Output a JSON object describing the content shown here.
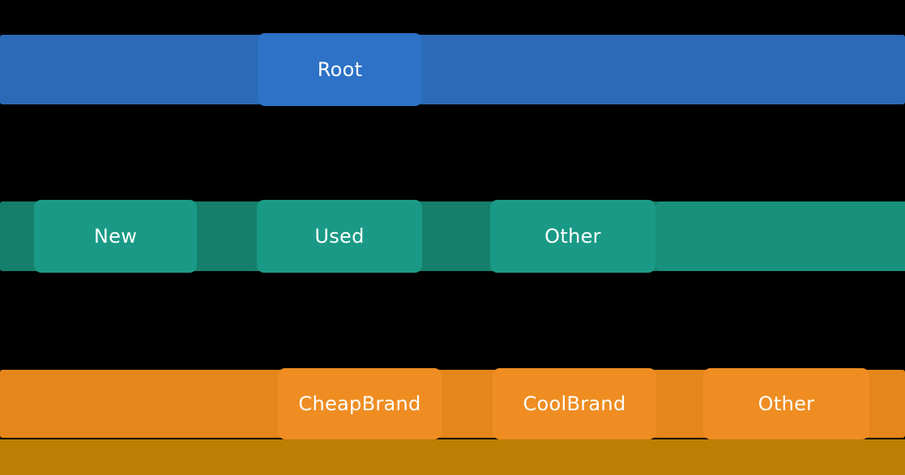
{
  "chart_data": {
    "type": "icicle",
    "orientation": "top-down",
    "title": "",
    "background_color": "#000000",
    "text_color": "#ffffff",
    "legend": "none",
    "axes": "none",
    "levels": [
      {
        "name": "root-level",
        "band_color": "#2a6ab6",
        "node_color": "#2d72c6",
        "nodes": [
          {
            "label": "Root"
          }
        ]
      },
      {
        "name": "condition-level",
        "band_color": "#157f6b",
        "node_color": "#1a9a86",
        "right_segment_color": "#17907c",
        "nodes": [
          {
            "label": "New"
          },
          {
            "label": "Used"
          },
          {
            "label": "Other"
          }
        ]
      },
      {
        "name": "brand-level",
        "band_color": "#e5861a",
        "node_color": "#ef8d22",
        "nodes": [
          {
            "label": "CheapBrand"
          },
          {
            "label": "CoolBrand"
          },
          {
            "label": "Other"
          }
        ]
      },
      {
        "name": "clipped-bottom-level",
        "band_color": "#bd7e03",
        "nodes": []
      }
    ]
  }
}
